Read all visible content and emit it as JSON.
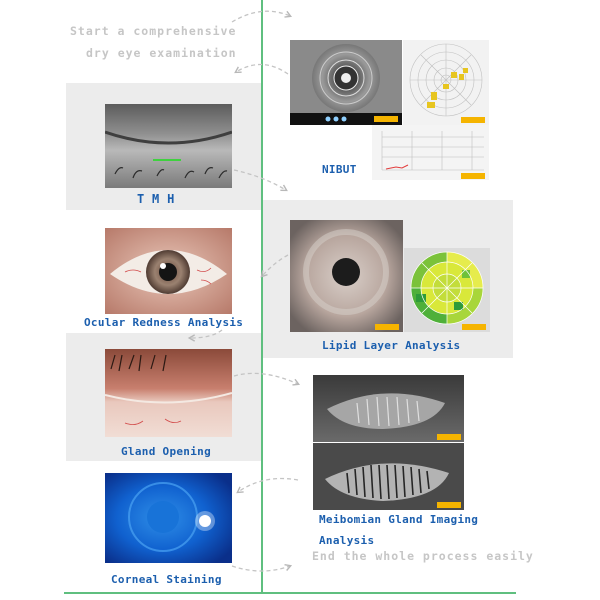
{
  "intro": {
    "line1": "Start a comprehensive",
    "line2": "dry eye examination"
  },
  "outro": {
    "text": "End the whole process easily"
  },
  "steps": {
    "tmh": "T M H",
    "nibut": "NIBUT",
    "lipid": "Lipid Layer Analysis",
    "redness": "Ocular Redness Analysis",
    "gland_opening": "Gland Opening",
    "meibo_line1": "Meibomian Gland Imaging",
    "meibo_line2": "Analysis",
    "staining": "Corneal Staining"
  },
  "colors": {
    "label": "#1c5fae",
    "divider": "#5fbf7f",
    "panel": "#ececec",
    "accent": "#f5b400",
    "ghost_text": "#c6c6c6"
  }
}
